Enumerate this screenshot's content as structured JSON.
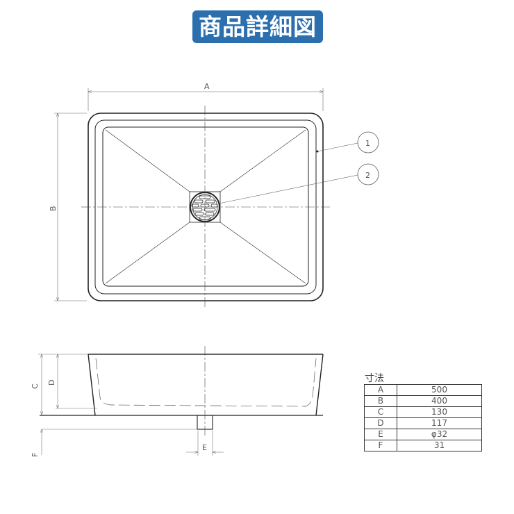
{
  "title": "商品詳細図",
  "labels": {
    "A": "A",
    "B": "B",
    "C": "C",
    "D": "D",
    "E": "E",
    "F": "F",
    "callout1": "1",
    "callout2": "2"
  },
  "dimensions": {
    "heading": "寸法",
    "rows": [
      {
        "key": "A",
        "value": "500"
      },
      {
        "key": "B",
        "value": "400"
      },
      {
        "key": "C",
        "value": "130"
      },
      {
        "key": "D",
        "value": "117"
      },
      {
        "key": "E",
        "value": "φ32"
      },
      {
        "key": "F",
        "value": "31"
      }
    ]
  }
}
